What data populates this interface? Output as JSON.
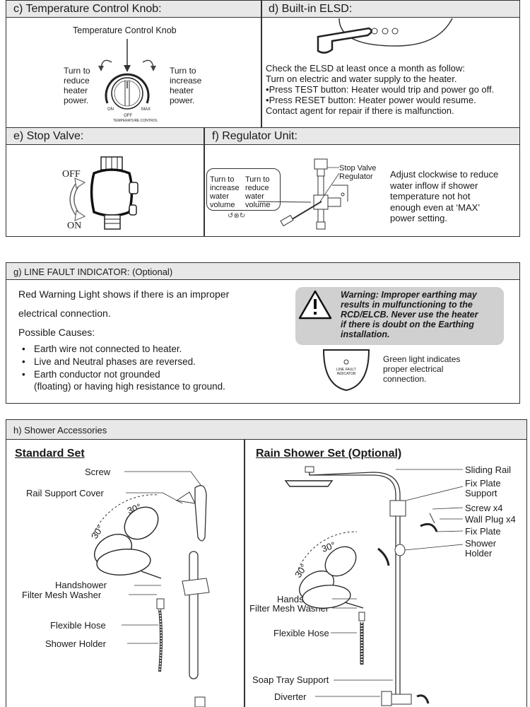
{
  "section_c": {
    "header": "c) Temperature Control Knob:",
    "caption": "Temperature Control Knob",
    "left_label": [
      "Turn to",
      "reduce",
      "heater",
      "power."
    ],
    "right_label": [
      "Turn to",
      "increase",
      "heater",
      "power."
    ],
    "knob_on": "ON",
    "knob_off": "OFF",
    "knob_max": "MAX",
    "knob_ring": "TEMPERATURE CONTROL"
  },
  "section_d": {
    "header": "d) Built-in ELSD:",
    "intro": "Check the ELSD  at least once a month as follow:",
    "line2": "Turn on electric and water supply to the heater.",
    "bullet1": "Press TEST button: Heater would trip and power go off.",
    "bullet2": "Press RESET button: Heater power would resume.",
    "line_last": "Contact agent for repair if there is malfunction."
  },
  "section_e": {
    "header": "e) Stop Valve:",
    "off": "OFF",
    "on": "ON"
  },
  "section_f": {
    "header": "f) Regulator Unit:",
    "left_col": [
      "Turn to",
      "increase",
      "water",
      "volume"
    ],
    "right_col": [
      "Turn to",
      "reduce",
      "water",
      "volume"
    ],
    "stop_valve": "Stop Valve",
    "regulator": "Regulator",
    "desc": [
      "Adjust clockwise to reduce",
      "water inflow if shower",
      "temperature not hot",
      "enough even at  ‘MAX’",
      "power setting."
    ]
  },
  "section_g": {
    "header": "g)   LINE FAULT INDICATOR: (Optional)",
    "intro1": "Red Warning Light shows if there is an improper",
    "intro2": "electrical connection.",
    "causes_title": "Possible Causes:",
    "causes": [
      "Earth wire not connected to heater.",
      "Live and Neutral phases are reversed.",
      "Earth conductor not grounded"
    ],
    "cause3_cont": "(floating) or having high resistance to ground.",
    "warning": [
      "Warning: Improper earthing may",
      "results in mulfunctioning to the",
      "RCD/ELCB. Never use the heater",
      "if there is doubt on the Earthing",
      "installation."
    ],
    "green": [
      "Green light indicates",
      "proper electrical",
      "connection."
    ],
    "indicator_label": [
      "LINE FAULT",
      "INDICATOR"
    ]
  },
  "section_h": {
    "header": "h)   Shower Accessories",
    "standard": {
      "title": "Standard Set",
      "labels": [
        "Screw",
        "Rail Support Cover",
        "Handshower",
        "Filter Mesh Washer",
        "Flexible Hose",
        "Shower Holder"
      ],
      "angle1": "30°",
      "angle2": "30°"
    },
    "rain": {
      "title": "Rain Shower Set (Optional)",
      "labels_right": [
        "Sliding Rail",
        "Fix Plate",
        "Support",
        "Screw x4",
        "Wall Plug x4",
        "Fix Plate",
        "Shower",
        "Holder"
      ],
      "labels_left": [
        "Handshower",
        "Filter Mesh Washer",
        "Flexible Hose",
        "Soap Tray Support",
        "Diverter"
      ],
      "angle1": "30°",
      "angle2": "30°"
    }
  }
}
